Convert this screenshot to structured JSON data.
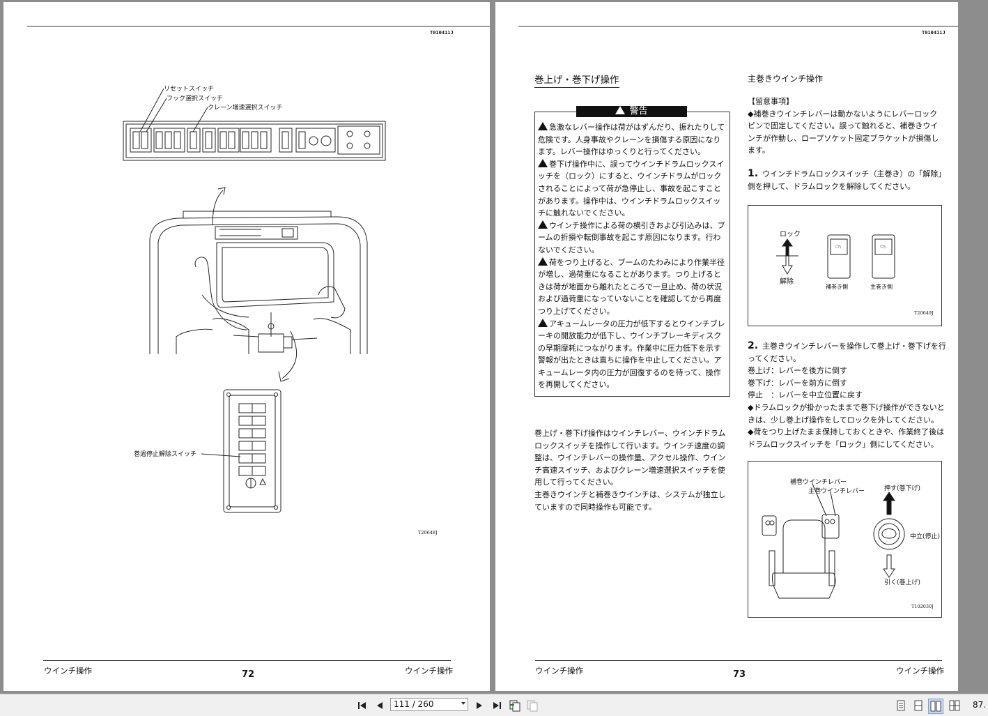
{
  "left_page": {
    "doc_code": "T010411J",
    "labels": {
      "reset_switch": "リセットスイッチ",
      "hook_select_switch": "フック選択スイッチ",
      "crane_speedup_switch": "クレーン増速選択スイッチ",
      "overwind_release_switch": "巻過停止解除スイッチ"
    },
    "figure_ref": "T20648J",
    "footer_left": "ウインチ操作",
    "page_number": "72",
    "footer_right": "ウインチ操作"
  },
  "right_page": {
    "doc_code": "T010411J",
    "section_title": "巻上げ・巻下げ操作",
    "warning": {
      "heading": "警告",
      "items": [
        "急激なレバー操作は荷がはずんだり、振れたりして危険です。人身事故やクレーンを損傷する原因になります。レバー操作はゆっくりと行ってください。",
        "巻下げ操作中に、誤ってウインチドラムロックスイッチを（ロック）にすると、ウインチドラムがロックされることによって荷が急停止し、事故を起こすことがあります。操作中は、ウインチドラムロックスイッチに触れないでください。",
        "ウインチ操作による荷の横引きおよび引込みは、ブームの折損や転倒事故を起こす原因になります。行わないでください。",
        "荷をつり上げると、ブームのたわみにより作業半径が増し、過荷重になることがあります。つり上げるときは荷が地面から離れたところで一旦止め、荷の状況および過荷重になっていないことを確認してから再度つり上げてください。",
        "アキュームレータの圧力が低下するとウインチブレーキの開放能力が低下し、ウインチブレーキディスクの早期摩耗につながります。作業中に圧力低下を示す警報が出たときは直ちに操作を中止してください。アキュームレータ内の圧力が回復するのを待って、操作を再開してください。"
      ]
    },
    "intro_text": [
      "巻上げ・巻下げ操作はウインチレバー、ウインチドラムロックスイッチを操作して行います。ウインチ速度の調整は、ウインチレバーの操作量、アクセル操作、ウインチ高速スイッチ、およびクレーン増速選択スイッチを使用して行ってください。",
      "主巻きウインチと補巻きウインチは、システムが独立していますので同時操作も可能です。"
    ],
    "subsection_title": "主巻きウインチ操作",
    "notes_heading": "【留意事項】",
    "note1": "◆補巻きウインチレバーは動かないようにレバーロックピンで固定してください。誤って触れると、補巻きウインチが作動し、ロープソケット固定ブラケットが損傷します。",
    "step1_num": "1.",
    "step1_text": "ウインチドラムロックスイッチ（主巻き）の「解除」側を押して、ドラムロックを解除してください。",
    "fig1": {
      "lock": "ロック",
      "release": "解除",
      "aux_side": "補巻き側",
      "main_side": "主巻き側",
      "ref": "T20649J"
    },
    "step2_num": "2.",
    "step2_text": "主巻きウインチレバーを操作して巻上げ・巻下げを行ってください。",
    "step2_lines": [
      "巻上げ：レバーを後方に倒す",
      "巻下げ：レバーを前方に倒す",
      "停止　：レバーを中立位置に戻す"
    ],
    "note2": "◆ドラムロックが掛かったままで巻下げ操作ができないときは、少し巻上げ操作をしてロックを外してください。",
    "note3": "◆荷をつり上げたまま保持しておくときや、作業終了後はドラムロックスイッチを「ロック」側にしてください。",
    "fig2": {
      "aux_lever": "補巻ウインチレバー",
      "main_lever": "主巻ウインチレバー",
      "push": "押す(巻下げ)",
      "neutral": "中立(停止)",
      "pull": "引く(巻上げ)",
      "ref": "T102030J"
    },
    "footer_left": "ウインチ操作",
    "page_number": "73",
    "footer_right": "ウインチ操作"
  },
  "toolbar": {
    "page_indicator": "111 / 260",
    "zoom": "87."
  }
}
